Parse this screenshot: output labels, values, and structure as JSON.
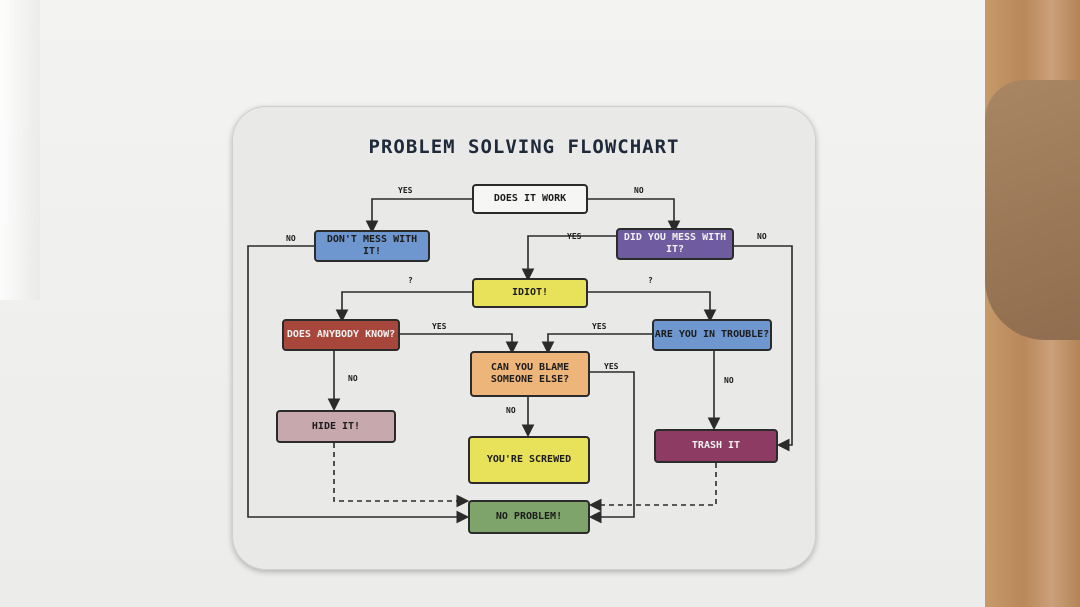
{
  "flowchart": {
    "title": "PROBLEM SOLVING FLOWCHART",
    "nodes": {
      "does_it_work": "DOES IT WORK",
      "dont_mess": "DON'T MESS WITH IT!",
      "did_you_mess": "DID YOU MESS WITH IT?",
      "idiot": "IDIOT!",
      "anybody_know": "DOES ANYBODY KNOW?",
      "in_trouble": "ARE YOU IN TROUBLE?",
      "blame": "CAN YOU BLAME SOMEONE ELSE?",
      "hide_it": "HIDE IT!",
      "screwed": "YOU'RE SCREWED",
      "trash_it": "TRASH IT",
      "no_problem": "NO PROBLEM!"
    },
    "labels": {
      "yes_top_left": "YES",
      "no_top_right": "NO",
      "no_left": "NO",
      "yes_mid": "YES",
      "no_right": "NO",
      "q_left": "?",
      "q_right": "?",
      "yes_anybody": "YES",
      "yes_trouble": "YES",
      "no_anybody": "NO",
      "yes_blame": "YES",
      "no_trouble": "NO",
      "no_blame": "NO"
    },
    "colors": {
      "white": "#f6f6f4",
      "blue": "#6f97cf",
      "purple": "#6e5ba0",
      "yellow": "#e8e25a",
      "red": "#a7473c",
      "orange": "#eeb57a",
      "mauve": "#c7a8ad",
      "maroon": "#8d3b63",
      "green": "#7ea46b"
    }
  }
}
